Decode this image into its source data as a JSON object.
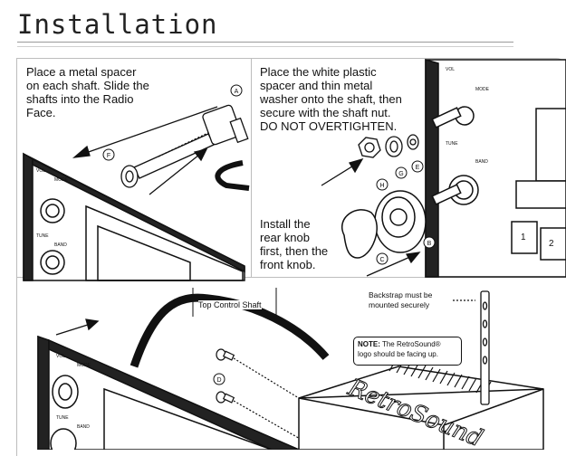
{
  "page": {
    "title": "Installation"
  },
  "panel_a": {
    "text": "Place a metal spacer\non each shaft. Slide the\nshafts into the Radio\nFace."
  },
  "panel_b": {
    "text": "Place the white plastic\nspacer and thin metal\nwasher onto the shaft, then\nsecure with the shaft nut.\nDO NOT OVERTIGHTEN."
  },
  "panel_c": {
    "text": "Install the\nrear knob\nfirst, then the\nfront knob."
  },
  "panel_d": {
    "top_shaft": "Top Control Shaft",
    "backstrap": "Backstrap must be\nmounted securely",
    "note_label": "NOTE:",
    "note_text": " The RetroSound®\nlogo should be facing up.",
    "logo": "RetroSound"
  },
  "callouts": {
    "a": "A",
    "b": "B",
    "c": "C",
    "d": "D",
    "e": "E",
    "f": "F",
    "g": "G",
    "h": "H"
  },
  "radio_labels": {
    "vol": "VOL",
    "mode": "MODE",
    "tune": "TUNE",
    "band": "BAND",
    "btn1": "1",
    "btn2": "2"
  }
}
